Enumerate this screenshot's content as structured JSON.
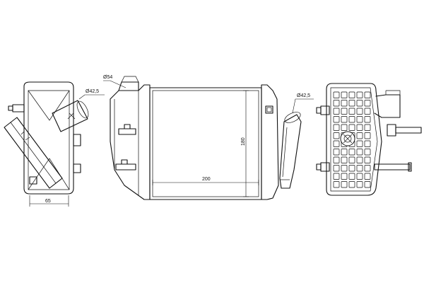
{
  "dimensions": {
    "left_width": "65",
    "inlet_left_diameter": "Ø54",
    "outlet_left_diameter": "Ø42,5",
    "outlet_right_diameter": "Ø42,5",
    "core_width": "200",
    "core_height": "180"
  },
  "colors": {
    "line": "#111111",
    "background": "#ffffff"
  }
}
